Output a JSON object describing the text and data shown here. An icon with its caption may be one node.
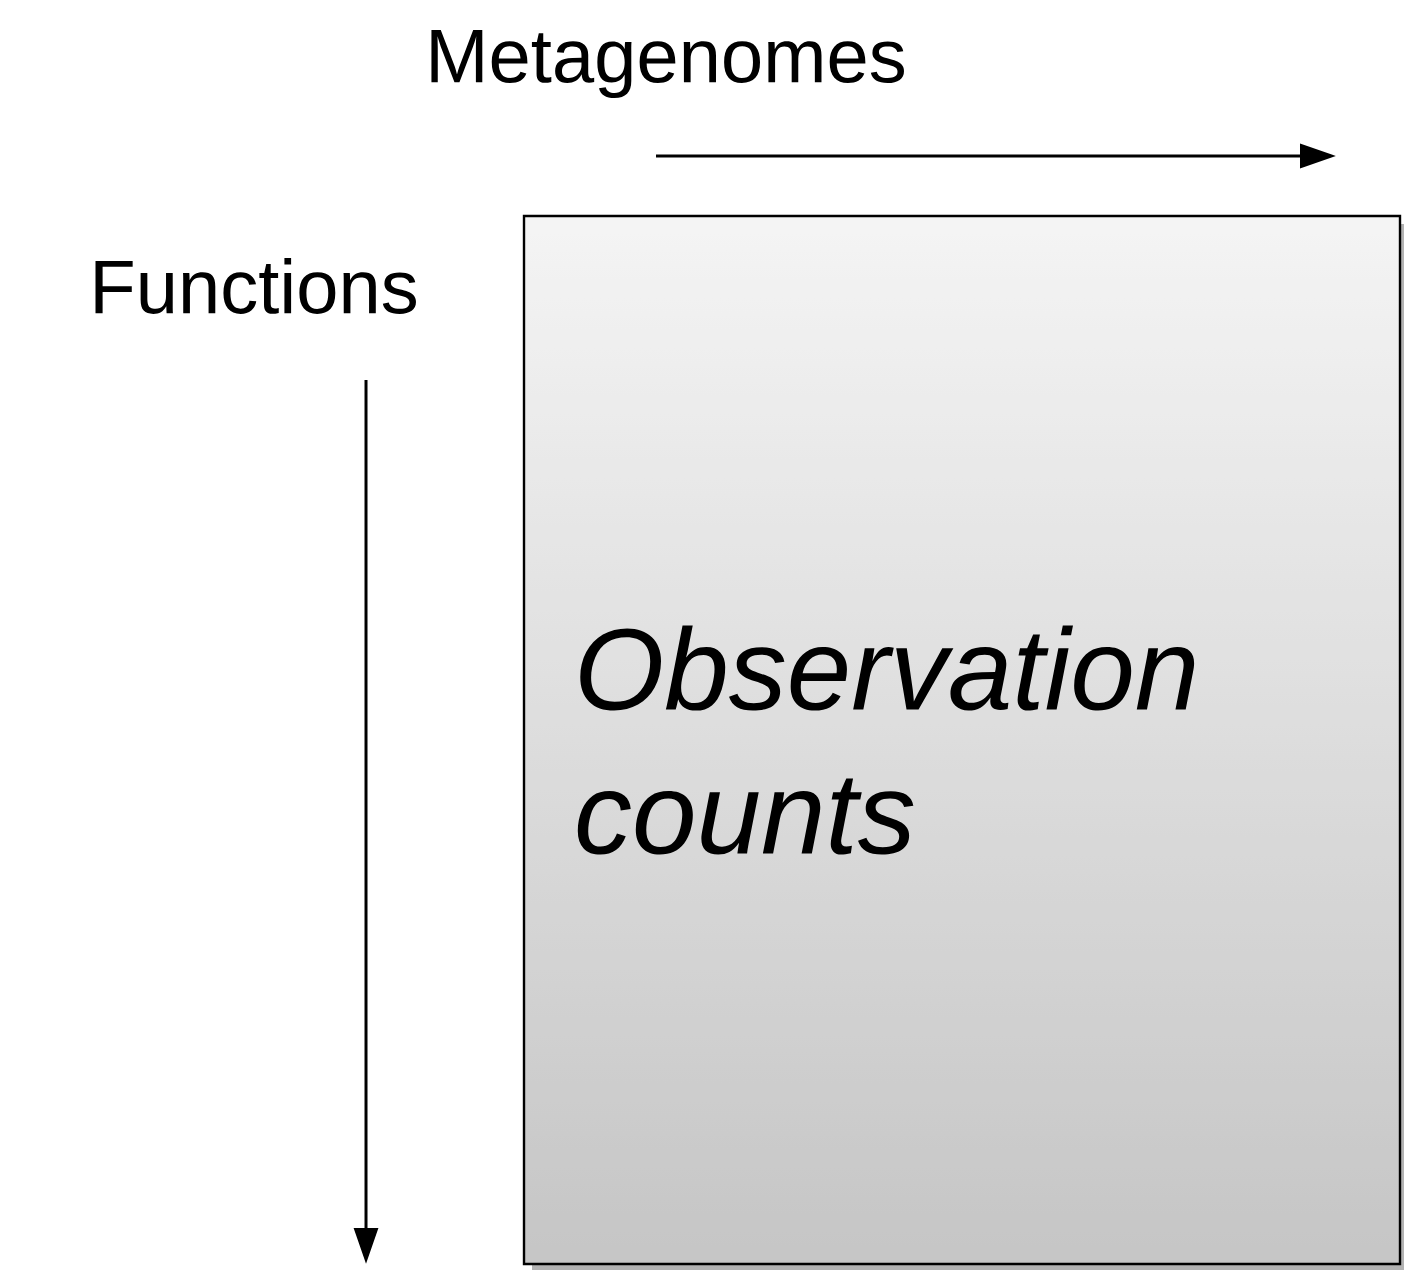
{
  "diagram": {
    "nodes": [
      {
        "text": [
          "Observation counts"
        ]
      }
    ],
    "labels": [
      "Metagenomes",
      "Functions"
    ]
  }
}
